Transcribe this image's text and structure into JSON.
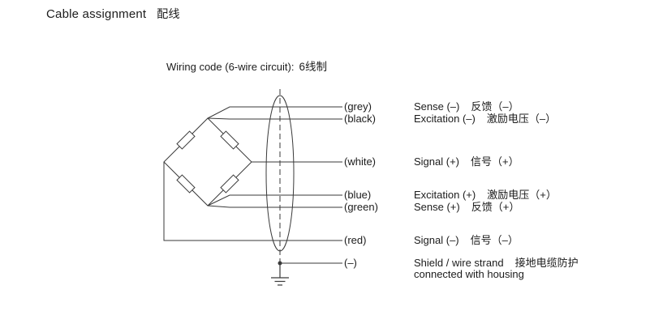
{
  "page": {
    "title_en": "Cable assignment",
    "title_cn": "配线",
    "subtitle_en": "Wiring code (6-wire circuit):",
    "subtitle_cn": "6线制"
  },
  "diagram": {
    "rows": [
      {
        "wire": "(grey)",
        "signal": "Sense (–)",
        "signal_cn": "反馈（–）"
      },
      {
        "wire": "(black)",
        "signal": "Excitation (–)",
        "signal_cn": "激励电压（–）"
      },
      {
        "wire": "(white)",
        "signal": "Signal (+)",
        "signal_cn": "信号（+）"
      },
      {
        "wire": "(blue)",
        "signal": "Excitation (+)",
        "signal_cn": "激励电压（+）"
      },
      {
        "wire": "(green)",
        "signal": "Sense (+)",
        "signal_cn": "反馈（+）"
      },
      {
        "wire": "(red)",
        "signal": "Signal (–)",
        "signal_cn": "信号（–）"
      },
      {
        "wire": "(–)",
        "signal": "Shield / wire strand",
        "signal_cn": "接地电缆防护",
        "signal_extra": "connected with housing"
      }
    ]
  },
  "colors": {
    "line": "#3a3a3a",
    "text": "#1c1c1c",
    "background": "#ffffff"
  }
}
